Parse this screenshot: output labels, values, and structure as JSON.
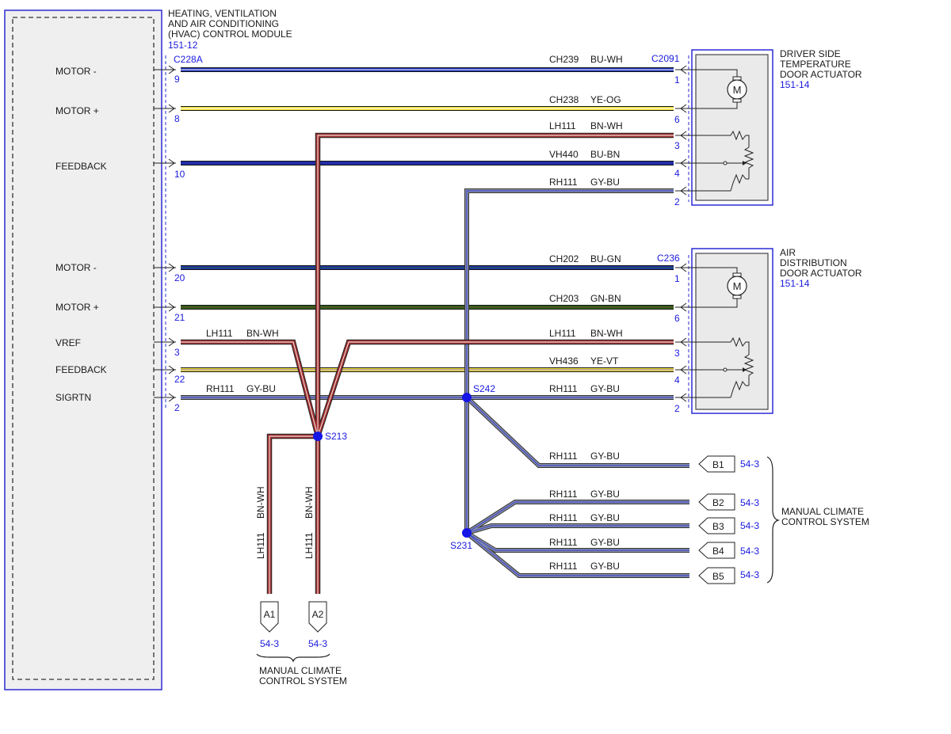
{
  "module": {
    "title_lines": [
      "HEATING, VENTILATION",
      "AND AIR CONDITIONING",
      "(HVAC) CONTROL MODULE"
    ],
    "ref": "151-12",
    "connector": "C228A",
    "pins": [
      {
        "label": "MOTOR -",
        "pin": "9"
      },
      {
        "label": "MOTOR +",
        "pin": "8"
      },
      {
        "label": "FEEDBACK",
        "pin": "10"
      },
      {
        "label": "MOTOR -",
        "pin": "20"
      },
      {
        "label": "MOTOR +",
        "pin": "21"
      },
      {
        "label": "VREF",
        "pin": "3"
      },
      {
        "label": "FEEDBACK",
        "pin": "22"
      },
      {
        "label": "SIGRTN",
        "pin": "2"
      }
    ]
  },
  "actuator_1": {
    "title_lines": [
      "DRIVER SIDE",
      "TEMPERATURE",
      "DOOR ACTUATOR"
    ],
    "ref": "151-14",
    "connector": "C2091",
    "pins": [
      "1",
      "6",
      "3",
      "4",
      "2"
    ]
  },
  "actuator_2": {
    "title_lines": [
      "AIR",
      "DISTRIBUTION",
      "DOOR ACTUATOR"
    ],
    "ref": "151-14",
    "connector": "C236",
    "pins": [
      "1",
      "6",
      "3",
      "4",
      "2"
    ]
  },
  "wires": [
    {
      "circuit": "CH239",
      "color_code": "BU-WH"
    },
    {
      "circuit": "CH238",
      "color_code": "YE-OG"
    },
    {
      "circuit": "LH111",
      "color_code": "BN-WH"
    },
    {
      "circuit": "VH440",
      "color_code": "BU-BN"
    },
    {
      "circuit": "RH111",
      "color_code": "GY-BU"
    },
    {
      "circuit": "CH202",
      "color_code": "BU-GN"
    },
    {
      "circuit": "CH203",
      "color_code": "GN-BN"
    },
    {
      "circuit": "LH111",
      "color_code": "BN-WH"
    },
    {
      "circuit": "VH436",
      "color_code": "YE-VT"
    },
    {
      "circuit": "RH111",
      "color_code": "GY-BU"
    },
    {
      "circuit": "LH111",
      "color_code": "BN-WH"
    },
    {
      "circuit": "RH111",
      "color_code": "GY-BU"
    },
    {
      "circuit": "RH111",
      "color_code": "GY-BU"
    },
    {
      "circuit": "RH111",
      "color_code": "GY-BU"
    },
    {
      "circuit": "RH111",
      "color_code": "GY-BU"
    },
    {
      "circuit": "RH111",
      "color_code": "GY-BU"
    },
    {
      "circuit": "RH111",
      "color_code": "GY-BU"
    },
    {
      "circuit": "LH111",
      "color_code": "BN-WH"
    },
    {
      "circuit": "LH111",
      "color_code": "BN-WH"
    }
  ],
  "splices": [
    "S213",
    "S242",
    "S231"
  ],
  "outputs_b": {
    "items": [
      {
        "id": "B1",
        "ref": "54-3"
      },
      {
        "id": "B2",
        "ref": "54-3"
      },
      {
        "id": "B3",
        "ref": "54-3"
      },
      {
        "id": "B4",
        "ref": "54-3"
      },
      {
        "id": "B5",
        "ref": "54-3"
      }
    ],
    "system_lines": [
      "MANUAL CLIMATE",
      "CONTROL SYSTEM"
    ]
  },
  "outputs_a": {
    "items": [
      {
        "id": "A1",
        "ref": "54-3"
      },
      {
        "id": "A2",
        "ref": "54-3"
      }
    ],
    "system_lines": [
      "MANUAL CLIMATE",
      "CONTROL SYSTEM"
    ]
  },
  "colors": {
    "frame": "#2b2bd6",
    "module_fill": "#efefef",
    "actuator_fill": "#eaeaea",
    "blue_wire": "#1a2fb8",
    "yellow_wire": "#f2e33a",
    "red_wire": "#9a2b2b",
    "green_wire": "#2f6b22",
    "gray_wire": "#7c8098",
    "splice": "#1515e6",
    "text_blue": "#1a1adc"
  }
}
